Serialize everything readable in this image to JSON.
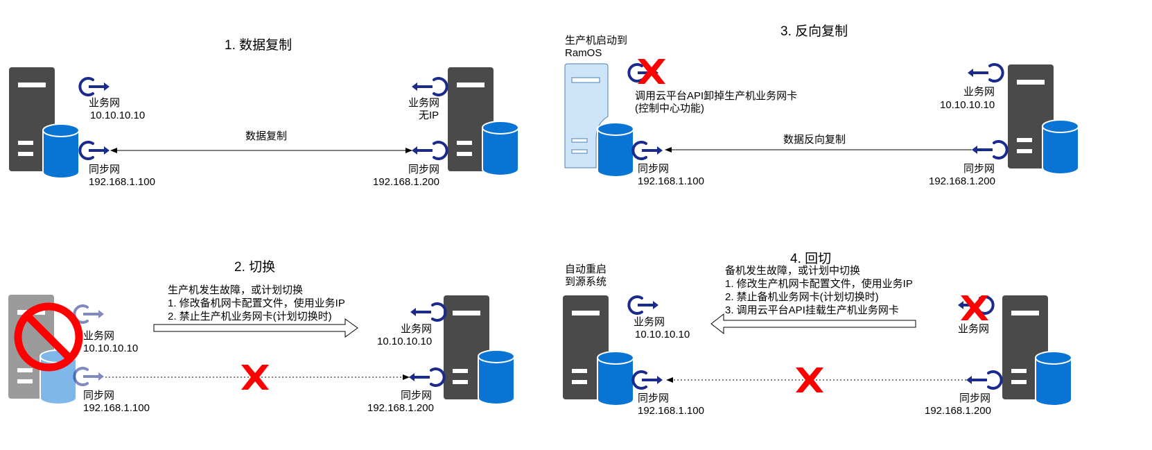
{
  "panel1": {
    "title": "1. 数据复制",
    "left": {
      "biz_net": "业务网",
      "biz_ip": "10.10.10.10",
      "sync_net": "同步网",
      "sync_ip": "192.168.1.100"
    },
    "right": {
      "biz_net": "业务网",
      "biz_ip": "无IP",
      "sync_net": "同步网",
      "sync_ip": "192.168.1.200"
    },
    "link_label": "数据复制"
  },
  "panel2": {
    "title": "2. 切换",
    "steps": [
      "生产机发生故障，或计划切换",
      "1. 修改备机网卡配置文件，使用业务IP",
      "2. 禁止生产机业务网卡(计划切换时)"
    ],
    "left": {
      "biz_net": "业务网",
      "biz_ip": "10.10.10.10",
      "sync_net": "同步网",
      "sync_ip": "192.168.1.100"
    },
    "right": {
      "biz_net": "业务网",
      "biz_ip": "10.10.10.10",
      "sync_net": "同步网",
      "sync_ip": "192.168.1.200"
    }
  },
  "panel3": {
    "title": "3. 反向复制",
    "left_status": [
      "生产机启动到",
      "RamOS"
    ],
    "nic_note": [
      "调用云平台API卸掉生产机业务网卡",
      "(控制中心功能)"
    ],
    "left": {
      "sync_net": "同步网",
      "sync_ip": "192.168.1.100"
    },
    "right": {
      "biz_net": "业务网",
      "biz_ip": "10.10.10.10",
      "sync_net": "同步网",
      "sync_ip": "192.168.1.200"
    },
    "link_label": "数据反向复制"
  },
  "panel4": {
    "title": "4. 回切",
    "left_status": [
      "自动重启",
      "到源系统"
    ],
    "steps": [
      "备机发生故障，或计划中切换",
      "1. 修改生产机网卡配置文件，使用业务IP",
      "2. 禁止备机业务网卡(计划切换时)",
      "3. 调用云平台API挂载生产机业务网卡"
    ],
    "left": {
      "biz_net": "业务网",
      "biz_ip": "10.10.10.10",
      "sync_net": "同步网",
      "sync_ip": "192.168.1.100"
    },
    "right": {
      "biz_net": "业务网",
      "sync_net": "同步网",
      "sync_ip": "192.168.1.200"
    }
  },
  "colors": {
    "server": "#4a4a4a",
    "server_ramos": "#cde4f9",
    "database": "#0a74d4",
    "database_light": "#7fb8e8",
    "nic": "#1a2b8c",
    "nic_faded": "#8a92c8",
    "cross": "#ff0000",
    "forbidden": "#ff0000"
  }
}
